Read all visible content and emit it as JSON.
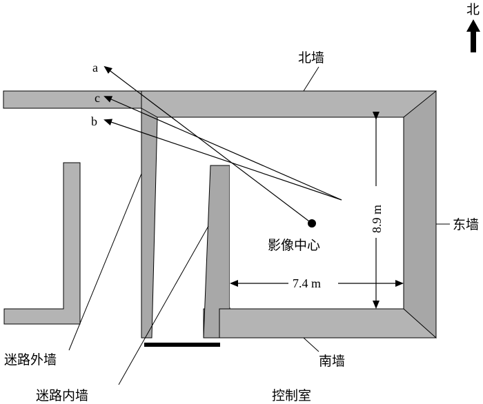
{
  "labels": {
    "north_arrow": "北",
    "north_wall": "北墙",
    "east_wall": "东墙",
    "south_wall": "南墙",
    "maze_outer_wall": "迷路外墙",
    "maze_inner_wall": "迷路内墙",
    "control_room": "控制室",
    "image_center": "影像中心",
    "ray_a": "a",
    "ray_b": "b",
    "ray_c": "c"
  },
  "dimensions": {
    "height": "8.9 m",
    "width": "7.4 m"
  },
  "colors": {
    "wall_fill": "#b4b4b4",
    "wall_shade": "#9e9e9e",
    "line": "#000000",
    "background": "#ffffff"
  }
}
